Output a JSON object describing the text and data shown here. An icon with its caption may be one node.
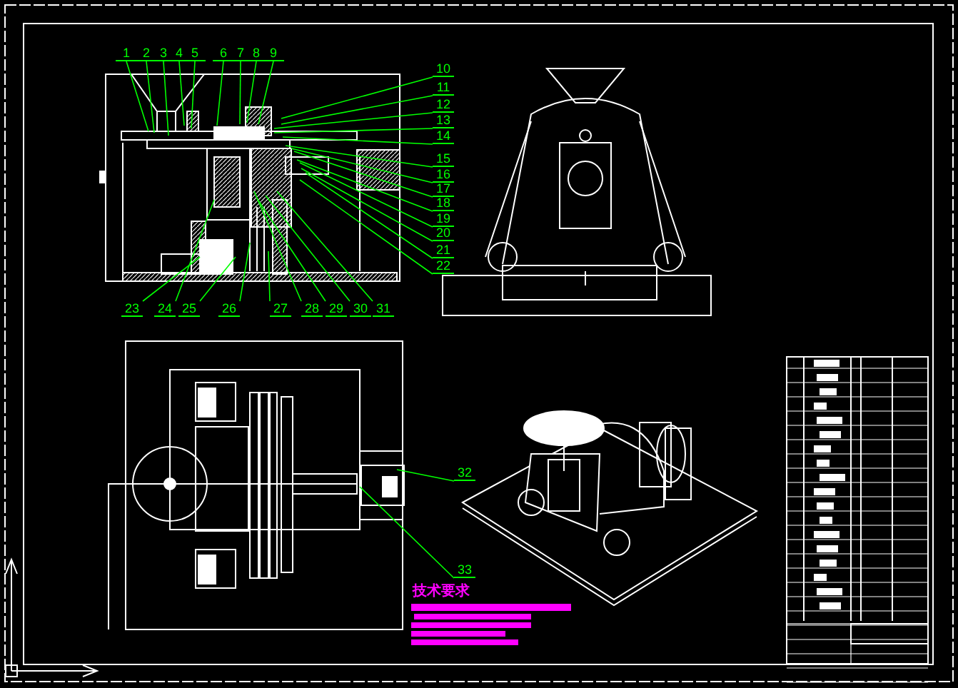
{
  "diagram": {
    "nodes": [
      {
        "text": [
          "1"
        ]
      },
      {
        "text": [
          "2"
        ]
      },
      {
        "text": [
          "3"
        ]
      },
      {
        "text": [
          "4"
        ]
      },
      {
        "text": [
          "5"
        ]
      },
      {
        "text": [
          "6"
        ]
      },
      {
        "text": [
          "7"
        ]
      },
      {
        "text": [
          "8"
        ]
      },
      {
        "text": [
          "9"
        ]
      },
      {
        "text": [
          "10"
        ]
      },
      {
        "text": [
          "11"
        ]
      },
      {
        "text": [
          "12"
        ]
      },
      {
        "text": [
          "13"
        ]
      },
      {
        "text": [
          "14"
        ]
      },
      {
        "text": [
          "15"
        ]
      },
      {
        "text": [
          "16"
        ]
      },
      {
        "text": [
          "17"
        ]
      },
      {
        "text": [
          "18"
        ]
      },
      {
        "text": [
          "19"
        ]
      },
      {
        "text": [
          "20"
        ]
      },
      {
        "text": [
          "21"
        ]
      },
      {
        "text": [
          "22"
        ]
      },
      {
        "text": [
          "23"
        ]
      },
      {
        "text": [
          "24"
        ]
      },
      {
        "text": [
          "25"
        ]
      },
      {
        "text": [
          "26"
        ]
      },
      {
        "text": [
          "27"
        ]
      },
      {
        "text": [
          "28"
        ]
      },
      {
        "text": [
          "29"
        ]
      },
      {
        "text": [
          "30"
        ]
      },
      {
        "text": [
          "31"
        ]
      },
      {
        "text": [
          "32"
        ]
      },
      {
        "text": [
          "33"
        ]
      }
    ],
    "edges": [
      {
        "from": 0,
        "to": null,
        "arrow": "none"
      },
      {
        "from": 1,
        "to": null,
        "arrow": "none"
      },
      {
        "from": 2,
        "to": null,
        "arrow": "none"
      },
      {
        "from": 3,
        "to": null,
        "arrow": "none"
      },
      {
        "from": 4,
        "to": null,
        "arrow": "none"
      },
      {
        "from": 5,
        "to": null,
        "arrow": "none"
      },
      {
        "from": 6,
        "to": null,
        "arrow": "none"
      },
      {
        "from": 7,
        "to": null,
        "arrow": "none"
      },
      {
        "from": 8,
        "to": null,
        "arrow": "none"
      },
      {
        "from": 9,
        "to": null,
        "arrow": "none"
      },
      {
        "from": 10,
        "to": null,
        "arrow": "none"
      },
      {
        "from": 11,
        "to": null,
        "arrow": "none"
      },
      {
        "from": 12,
        "to": null,
        "arrow": "none"
      },
      {
        "from": 13,
        "to": null,
        "arrow": "none"
      },
      {
        "from": 14,
        "to": null,
        "arrow": "none"
      },
      {
        "from": 15,
        "to": null,
        "arrow": "none"
      },
      {
        "from": 16,
        "to": null,
        "arrow": "none"
      },
      {
        "from": 17,
        "to": null,
        "arrow": "none"
      },
      {
        "from": 18,
        "to": null,
        "arrow": "none"
      },
      {
        "from": 19,
        "to": null,
        "arrow": "none"
      },
      {
        "from": 20,
        "to": null,
        "arrow": "none"
      },
      {
        "from": 21,
        "to": null,
        "arrow": "none"
      },
      {
        "from": 22,
        "to": null,
        "arrow": "none"
      },
      {
        "from": 23,
        "to": null,
        "arrow": "none"
      },
      {
        "from": 24,
        "to": null,
        "arrow": "none"
      },
      {
        "from": 25,
        "to": null,
        "arrow": "none"
      },
      {
        "from": 26,
        "to": null,
        "arrow": "none"
      },
      {
        "from": 27,
        "to": null,
        "arrow": "none"
      },
      {
        "from": 28,
        "to": null,
        "arrow": "none"
      },
      {
        "from": 29,
        "to": null,
        "arrow": "none"
      },
      {
        "from": 30,
        "to": null,
        "arrow": "none"
      },
      {
        "from": 31,
        "to": null,
        "arrow": "none"
      },
      {
        "from": 32,
        "to": null,
        "arrow": "none"
      }
    ],
    "labels": [
      "技术要求"
    ]
  }
}
